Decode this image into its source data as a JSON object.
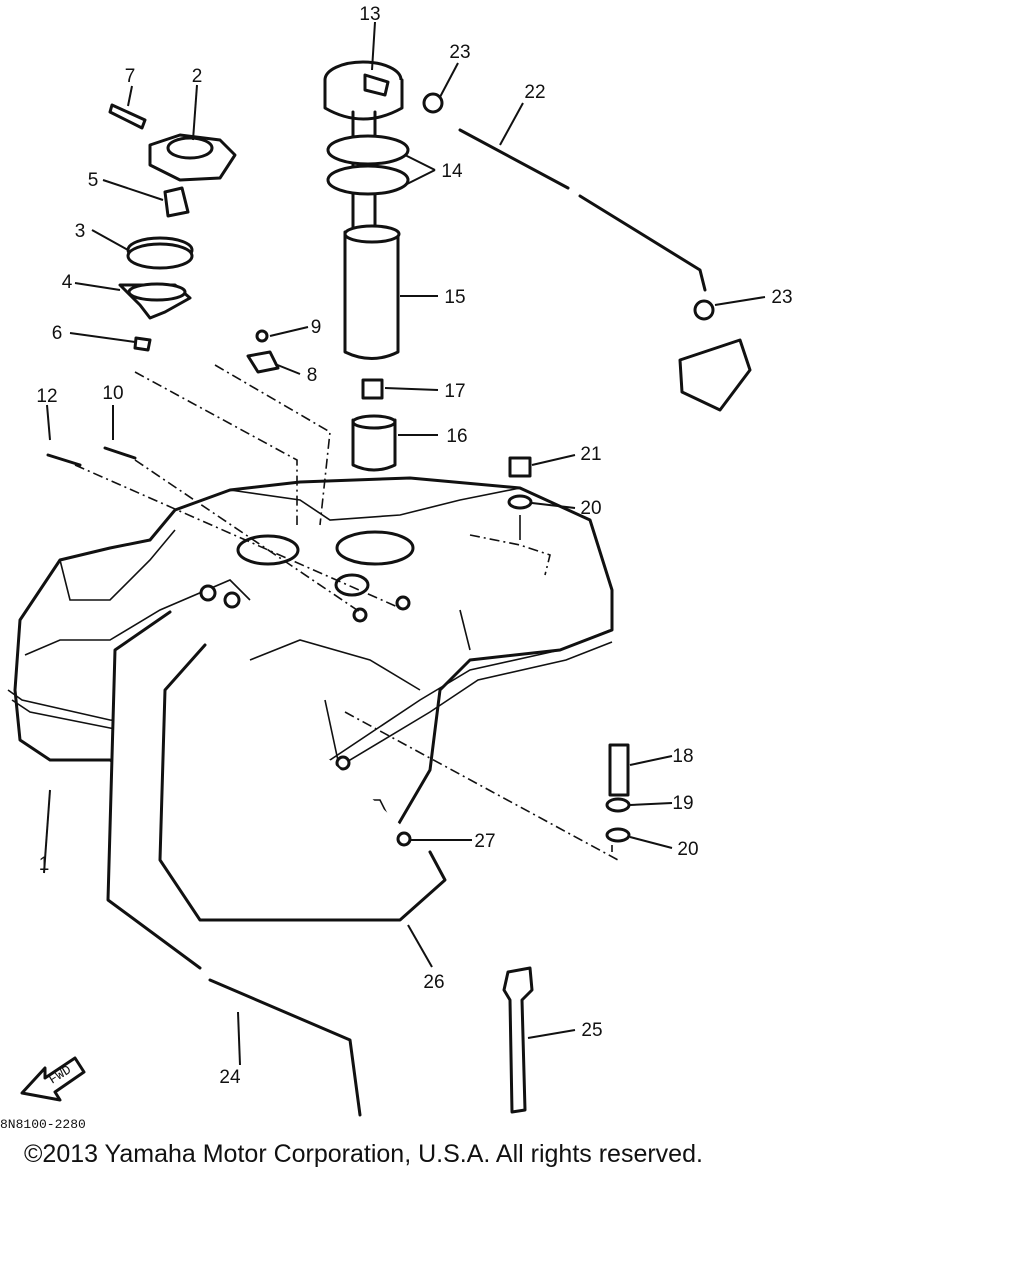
{
  "diagram_code": "8N8100-2280",
  "copyright": "©2013 Yamaha Motor Corporation, U.S.A. All rights reserved.",
  "arrow_text": "FWD",
  "callouts": [
    "1",
    "2",
    "3",
    "4",
    "5",
    "6",
    "7",
    "8",
    "9",
    "10",
    "12",
    "13",
    "14",
    "15",
    "16",
    "17",
    "18",
    "19",
    "20",
    "20",
    "21",
    "22",
    "23",
    "23",
    "24",
    "25",
    "26",
    "27"
  ]
}
